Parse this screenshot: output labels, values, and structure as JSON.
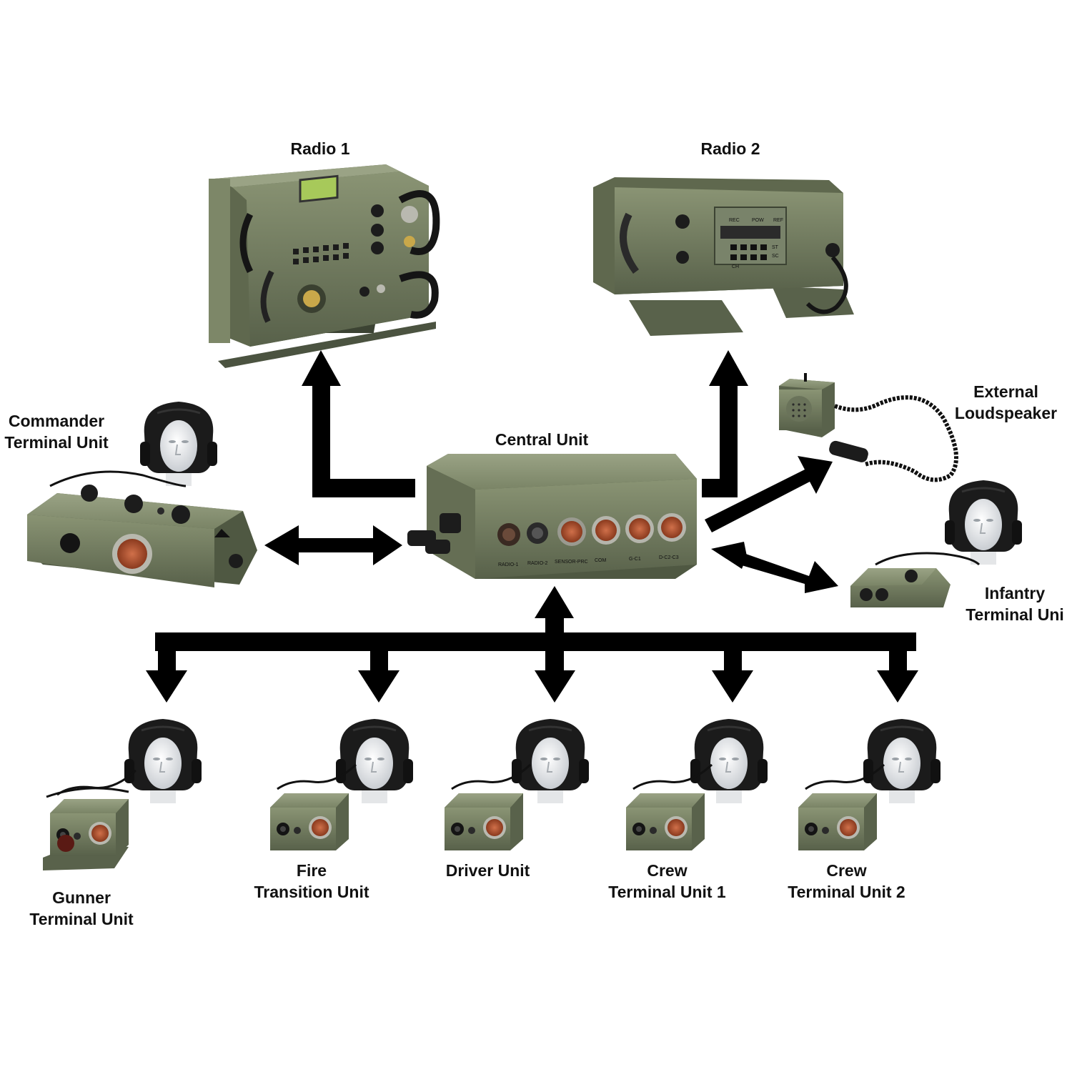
{
  "colors": {
    "olive": "#6f7a5c",
    "olive_dark": "#4b5340",
    "olive_light": "#8d9775",
    "connector": "#b5532e",
    "helmet": "#1b1b1b",
    "head": "#eceef0",
    "arrow": "#000000",
    "lcd": "#a7c95a"
  },
  "labels": {
    "radio1": "Radio 1",
    "radio2": "Radio 2",
    "central_unit": "Central Unit",
    "commander": [
      "Commander",
      "Terminal Unit"
    ],
    "loudspeaker": [
      "External",
      "Loudspeaker"
    ],
    "infantry": [
      "Infantry",
      "Terminal Uni"
    ],
    "gunner": [
      "Gunner",
      "Terminal Unit"
    ],
    "fire_transition": [
      "Fire",
      "Transition Unit"
    ],
    "driver": "Driver Unit",
    "crew1": [
      "Crew",
      "Terminal Unit 1"
    ],
    "crew2": [
      "Crew",
      "Terminal Unit 2"
    ]
  },
  "device_text": {
    "radio2_panel": [
      "REC",
      "POW",
      "REF",
      "ST",
      "SC",
      "CH"
    ],
    "central_ports": [
      "RADIO-1",
      "RADIO-2",
      "SENSOR-PRC",
      "COM",
      "G-C1",
      "D-C2-C3"
    ]
  },
  "icons": {
    "radio1": "military-radio-icon",
    "radio2": "vehicle-radio-icon",
    "central_unit": "intercom-box-icon",
    "headset": "tank-helmet-headset-icon",
    "loudspeaker": "loudspeaker-icon"
  }
}
